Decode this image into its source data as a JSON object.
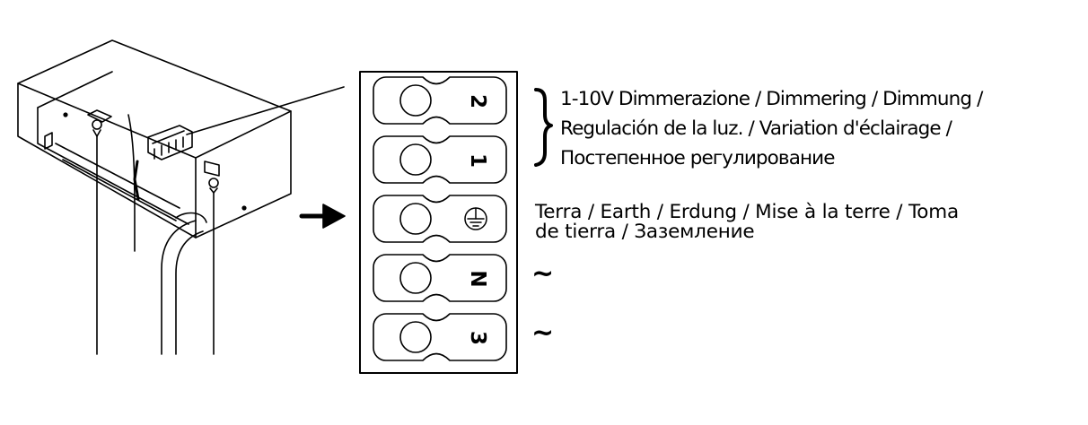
{
  "terminals": [
    {
      "label": "2"
    },
    {
      "label": "1"
    },
    {
      "label": "",
      "icon": "earth-symbol-icon"
    },
    {
      "label": "N"
    },
    {
      "label": "3"
    }
  ],
  "labels": {
    "dimming_line1": "1-10V  Dimmerazione / Dimmering / Dimmung /",
    "dimming_line2": "Regulación   de la luz. / Variation d'éclairage /",
    "dimming_line3": "Постепенное регулирование",
    "earth_line1": "Terra / Earth / Erdung / Mise à la terre / Toma",
    "earth_line2": "de tierra /  Заземление",
    "tilde_n": "~",
    "tilde_3": "~"
  }
}
